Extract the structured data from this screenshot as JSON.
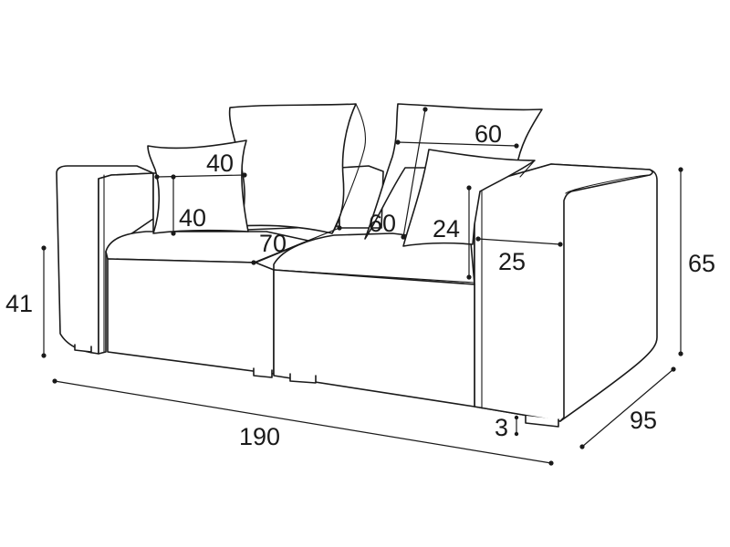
{
  "diagram": {
    "subject": "two-seat modular sofa with cushions",
    "dimension_labels": {
      "total_width": "190",
      "depth": "95",
      "total_height": "65",
      "seat_height": "41",
      "leg_height": "3",
      "armrest_width": "25",
      "armrest_height": "24",
      "seat_depth": "70",
      "small_cushion_width": "40",
      "small_cushion_height": "40",
      "large_cushion_width": "60",
      "large_cushion_height": "60"
    }
  }
}
